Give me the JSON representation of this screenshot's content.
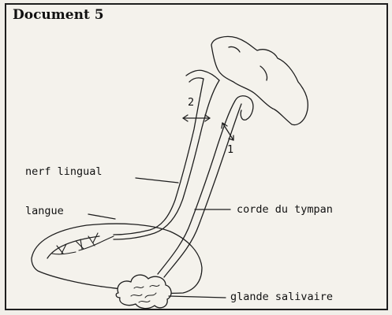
{
  "title": "Document 5",
  "labels": {
    "nerf_lingual": "nerf lingual",
    "langue": "langue",
    "corde_du_tympan": "corde du tympan",
    "glande_salivaire": "glande salivaire",
    "mark_1": "1",
    "mark_2": "2"
  },
  "colors": {
    "ink": "#1e1e1e",
    "paper": "#f4f2ec"
  }
}
